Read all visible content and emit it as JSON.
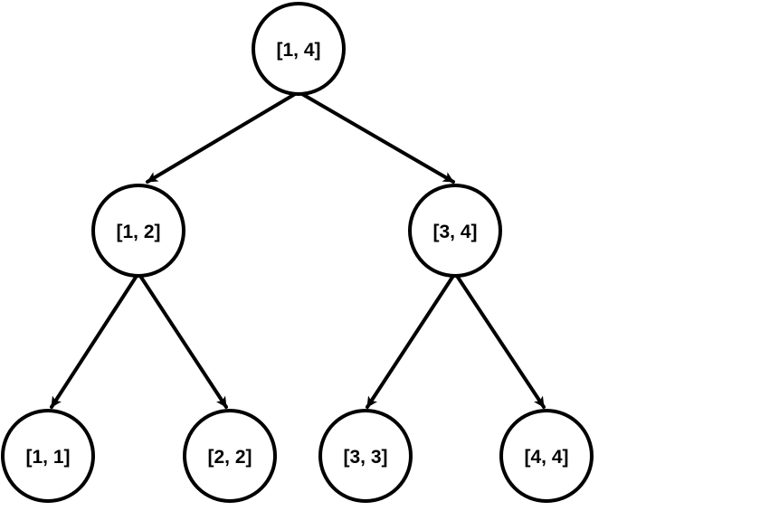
{
  "tree": {
    "root": {
      "label": "[1, 4]",
      "left": {
        "label": "[1, 2]",
        "left": {
          "label": "[1, 1]"
        },
        "right": {
          "label": "[2, 2]"
        }
      },
      "right": {
        "label": "[3, 4]",
        "left": {
          "label": "[3, 3]"
        },
        "right": {
          "label": "[4, 4]"
        }
      }
    }
  },
  "colors": {
    "stroke": "#000000",
    "fill": "#ffffff",
    "text": "#000000"
  }
}
